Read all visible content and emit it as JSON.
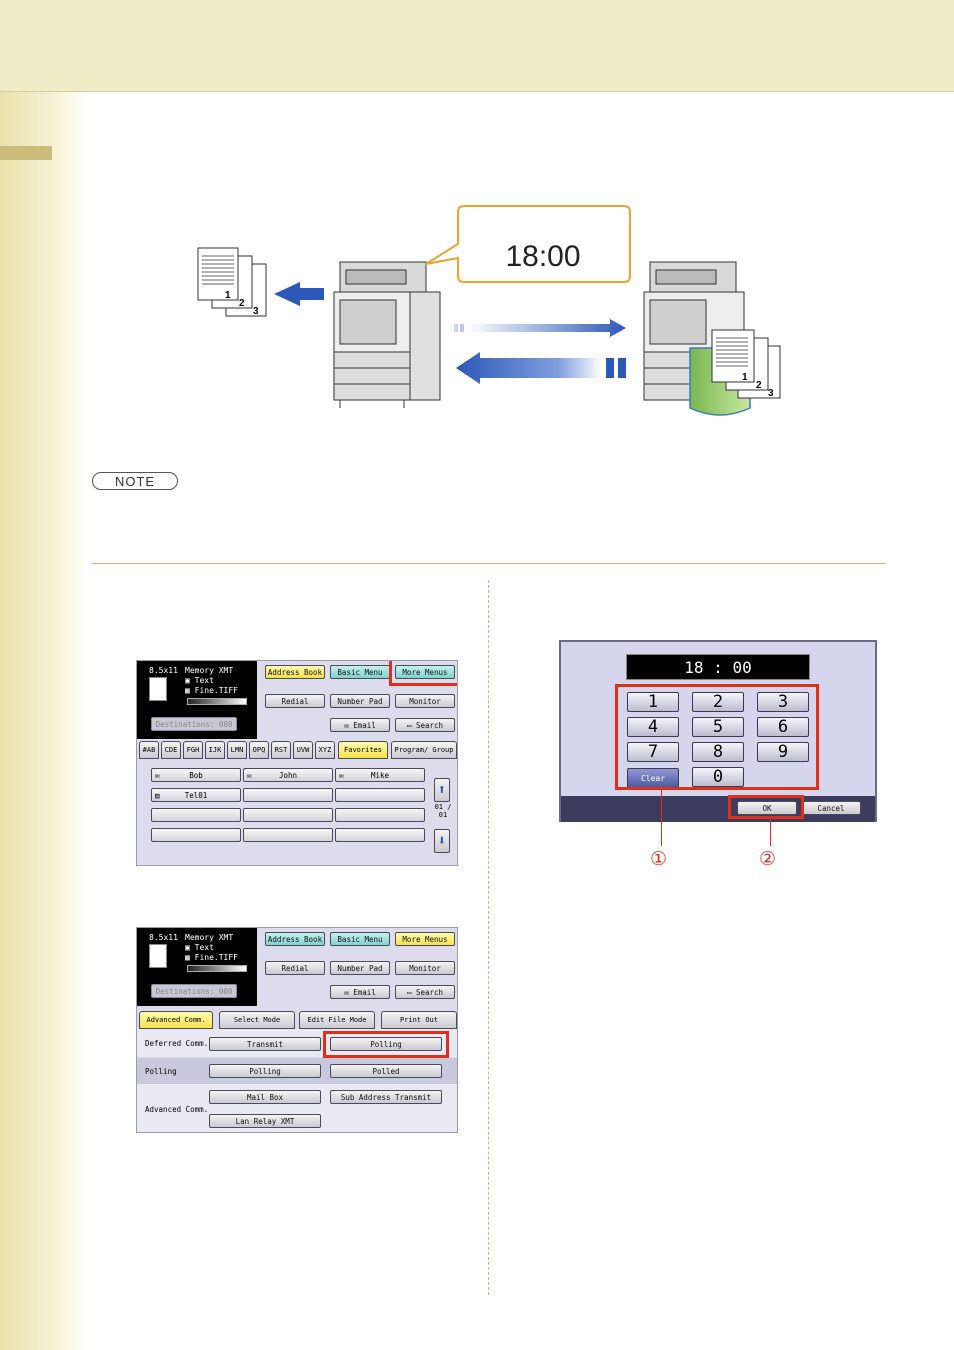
{
  "illustration": {
    "bubble_time": "18:00",
    "left_pages": [
      "1",
      "2",
      "3"
    ],
    "right_pages": [
      "1",
      "2",
      "3"
    ]
  },
  "note_label": "NOTE",
  "screen1": {
    "paper": "8.5x11",
    "mode": "Memory XMT",
    "quality": "Text",
    "resolution": "Fine.TIFF",
    "destinations": "Destinations: 000",
    "top_buttons": [
      "Address Book",
      "Basic Menu",
      "More Menus"
    ],
    "row2": [
      "Redial",
      "Number Pad",
      "Monitor"
    ],
    "row3": [
      "Email",
      "Search"
    ],
    "tabs": [
      "#AB",
      "CDE",
      "FGH",
      "IJK",
      "LMN",
      "OPQ",
      "RST",
      "UVW",
      "XYZ",
      "Favorites",
      "Program/ Group"
    ],
    "entries": [
      "Bob",
      "John",
      "Mike",
      "Tel01"
    ],
    "page_indicator": "01 / 01"
  },
  "screen2": {
    "paper": "8.5x11",
    "mode": "Memory XMT",
    "quality": "Text",
    "resolution": "Fine.TIFF",
    "destinations": "Destinations: 000",
    "top_buttons": [
      "Address Book",
      "Basic Menu",
      "More Menus"
    ],
    "row2": [
      "Redial",
      "Number Pad",
      "Monitor"
    ],
    "row3": [
      "Email",
      "Search"
    ],
    "tabs": [
      "Advanced Comm.",
      "Select Mode",
      "Edit File Mode",
      "Print Out"
    ],
    "rows": [
      {
        "label": "Deferred Comm.",
        "buttons": [
          "Transmit",
          "Polling"
        ]
      },
      {
        "label": "Polling",
        "buttons": [
          "Polling",
          "Polled"
        ]
      },
      {
        "label": "Advanced Comm.",
        "buttons": [
          "Mail Box",
          "Sub Address Transmit",
          "Lan Relay XMT"
        ]
      }
    ]
  },
  "screen3": {
    "time_display": "18 : 00",
    "keys": [
      "1",
      "2",
      "3",
      "4",
      "5",
      "6",
      "7",
      "8",
      "9",
      "Clear",
      "0"
    ],
    "ok": "OK",
    "cancel": "Cancel",
    "callouts": [
      "①",
      "②"
    ]
  }
}
